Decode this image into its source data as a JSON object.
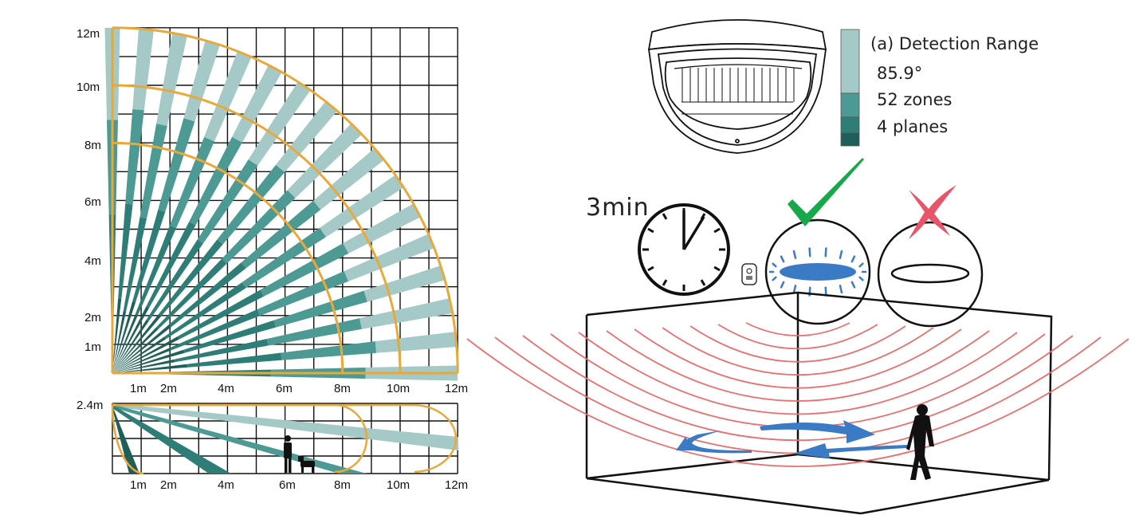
{
  "top_view": {
    "y_labels": [
      "12m",
      "10m",
      "8m",
      "6m",
      "4m",
      "2m",
      "1m"
    ],
    "x_labels": [
      "1m",
      "2m",
      "4m",
      "6m",
      "8m",
      "10m",
      "12m"
    ],
    "beam_count": 17,
    "range_arcs_m": [
      8,
      10,
      12
    ]
  },
  "side_view": {
    "y_label": "2.4m",
    "x_labels": [
      "1m",
      "2m",
      "4m",
      "6m",
      "8m",
      "10m",
      "12m"
    ]
  },
  "legend": {
    "title": "(a) Detection Range",
    "angle": "85.9°",
    "zones": "52 zones",
    "planes": "4 planes"
  },
  "timer_label": "3min",
  "colors": {
    "arc": "#e8a93a",
    "beam_light": "#a5c9c7",
    "beam_mid": "#4d9a95",
    "beam_dark": "#2e7d77",
    "beam_darkest": "#1f5f5a",
    "wave": "#e8706f",
    "arrow": "#3b7ac4",
    "check": "#17a84a",
    "cross": "#e85468"
  },
  "icons": [
    "clock-icon",
    "sensor-icon",
    "checkmark-icon",
    "cross-icon",
    "person-icon",
    "dog-icon"
  ]
}
